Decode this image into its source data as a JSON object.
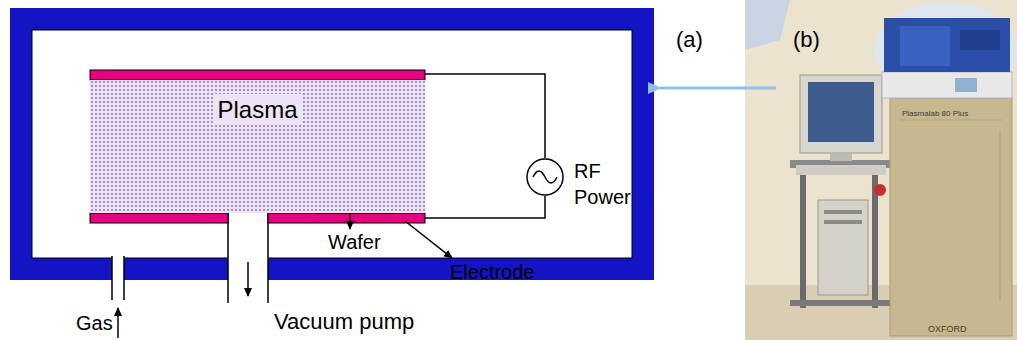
{
  "diagram": {
    "nodes": [
      {
        "text": [
          "Plasma"
        ]
      }
    ],
    "labels": [
      "Wafer",
      "Electrode",
      "RF Power",
      "Gas",
      "Vacuum pump",
      "(a)",
      "(b)",
      "Plasmalab 80 Plus",
      "OXFORD"
    ]
  }
}
